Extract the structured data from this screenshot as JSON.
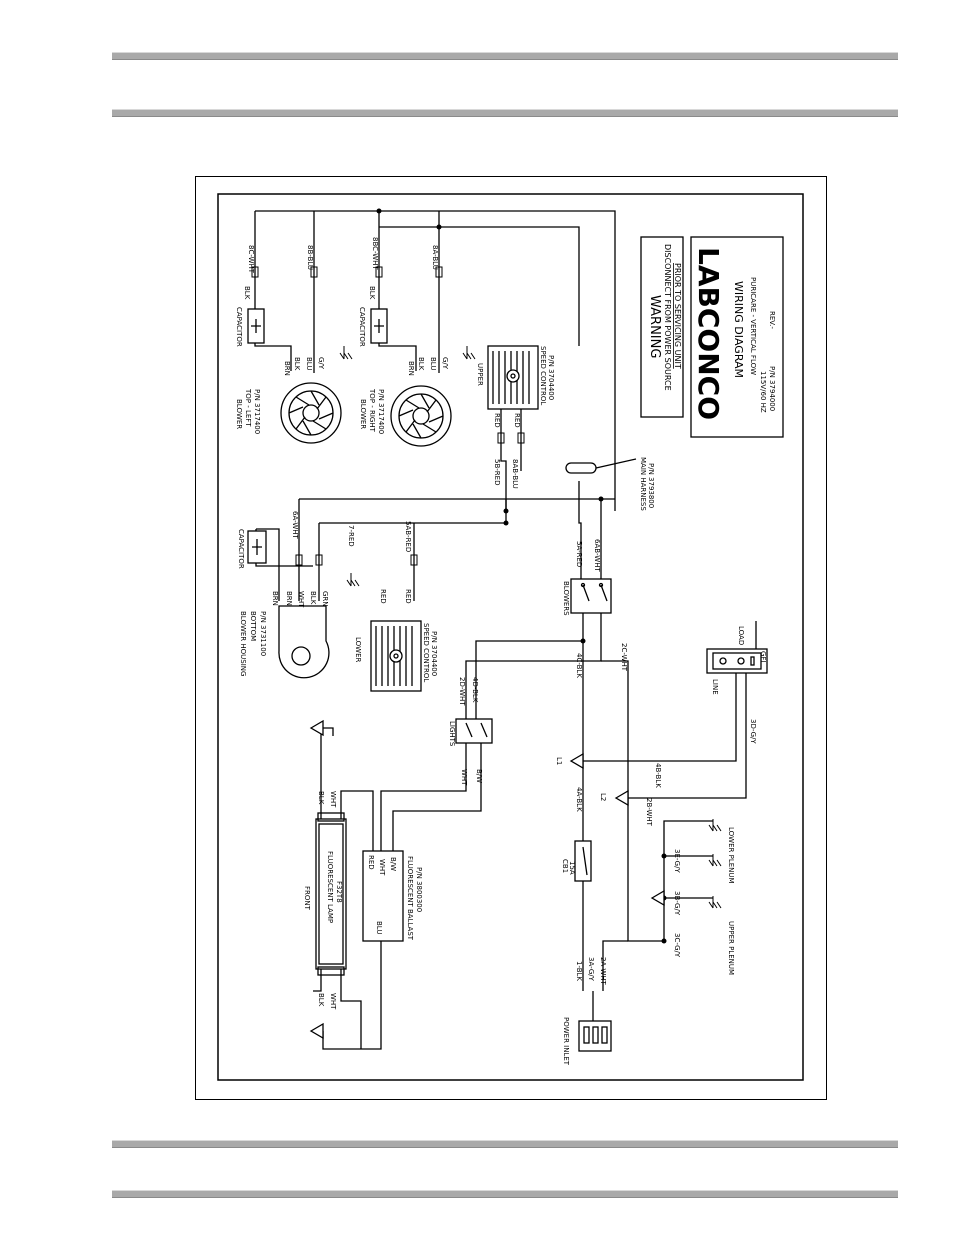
{
  "labels": {
    "w_bc": "8C-WHT",
    "w_bb": "8B-BLU",
    "w_bbc": "8BC-WHT",
    "w_ba": "8A-BLU",
    "cap1": "CAPACITOR",
    "cap2": "CAPACITOR",
    "cap3": "CAPACITOR",
    "blk1": "BLK",
    "blk2": "BLK",
    "brn1": "BRN",
    "blk3": "BLK",
    "blu1": "BLU",
    "gy1": "G/Y",
    "brn2": "BRN",
    "blk4": "BLK",
    "blu2": "BLU",
    "gy2": "G/Y",
    "bl_left_1": "BLOWER",
    "bl_left_2": "TOP - LEFT",
    "bl_left_3": "P/N 3717400",
    "bl_right_1": "BLOWER",
    "bl_right_2": "TOP - RIGHT",
    "bl_right_3": "P/N 3717400",
    "upper": "UPPER",
    "sc_u1": "SPEED CONTROL",
    "sc_u2": "P/N 3704400",
    "red_u1": "RED",
    "red_u2": "RED",
    "w_5b": "5B-RED",
    "w_8ab": "8AB-BLU",
    "mh1": "MAIN HARNESS",
    "mh2": "P/N 3793800",
    "warn1": "WARNING",
    "warn2": "DISCONNECT FROM POWER SOURCE",
    "warn3": "PRIOR TO SERVICING UNIT",
    "brand": "LABCONCO",
    "wd": "WIRING DIAGRAM",
    "model": "PURICARE - VERTICAL FLOW",
    "volt": "115V/60 HZ",
    "pn": "P/N 3794000",
    "rev": "REV.-",
    "w_6a": "6A-WHT",
    "w_7": "7-RED",
    "w_5ab": "5AB-RED",
    "brn3": "BRN",
    "brn4": "BRN",
    "wht1": "WHT",
    "blk5": "BLK",
    "grn1": "GRN",
    "bh1": "BLOWER HOUSING",
    "bh2": "BOTTOM",
    "bh3": "P/N 3731100",
    "red_l1": "RED",
    "red_l2": "RED",
    "lower": "LOWER",
    "sc_l1": "SPEED CONTROL",
    "sc_l2": "P/N 3704400",
    "blowers": "BLOWERS",
    "w_5a": "5A-RED",
    "w_6ab": "6AB-WHT",
    "w_4c": "4C-BLK",
    "w_2c": "2C-WHT",
    "w_2d": "2D-WHT",
    "w_4d": "4D-BLK",
    "lights": "LIGHTS",
    "wht_sw": "WHT",
    "bw_sw": "B/W",
    "line": "LINE",
    "load": "LOAD",
    "gfi": "GFI",
    "w_3d": "3D-G/Y",
    "w_4b": "4B-BLK",
    "w_2b": "2B-WHT",
    "l1": "L1",
    "l2": "L2",
    "w_4a": "4A-BLK",
    "cb1": "CB1",
    "cb2": "15A",
    "w_3e": "3E-G/Y",
    "lower_plenum": "LOWER PLENUM",
    "w_3b": "3B-G/Y",
    "w_3c": "3C-G/Y",
    "upper_plenum": "UPPER PLENUM",
    "w_1": "1-BLK",
    "w_3a": "3A-G/Y",
    "w_2a": "2A-WHT",
    "power_inlet": "POWER INLET",
    "front": "FRONT",
    "fl1": "FLUORESCENT LAMP",
    "fl2": "F32T8",
    "blk_lt": "BLK",
    "wht_lt": "WHT",
    "blk_lb": "BLK",
    "wht_lb": "WHT",
    "red_bal": "RED",
    "wht_bal": "WHT",
    "bw_bal": "B/W",
    "blu_bal": "BLU",
    "fb1": "FLUORESCENT BALLAST",
    "fb2": "P/N 3800300"
  }
}
